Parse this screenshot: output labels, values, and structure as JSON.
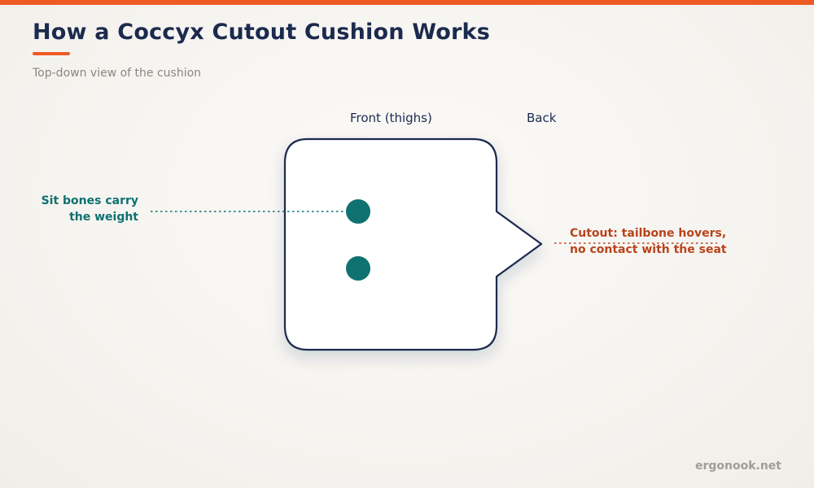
{
  "header": {
    "title": "How a Coccyx Cutout Cushion Works",
    "subtitle": "Top-down view of the cushion"
  },
  "diagram": {
    "front_label": "Front (thighs)",
    "back_label": "Back",
    "sit_bones_callout": {
      "line1": "Sit bones carry",
      "line2": "the weight"
    },
    "cutout_callout": {
      "line1": "Cutout: tailbone hovers,",
      "line2": "no contact with the seat"
    }
  },
  "footer": {
    "site": "ergonook.net"
  },
  "colors": {
    "accent": "#ee5a24",
    "navy": "#1b2a4e",
    "teal": "#0f7170",
    "rust": "#b9431b",
    "muted": "#8b8680"
  }
}
